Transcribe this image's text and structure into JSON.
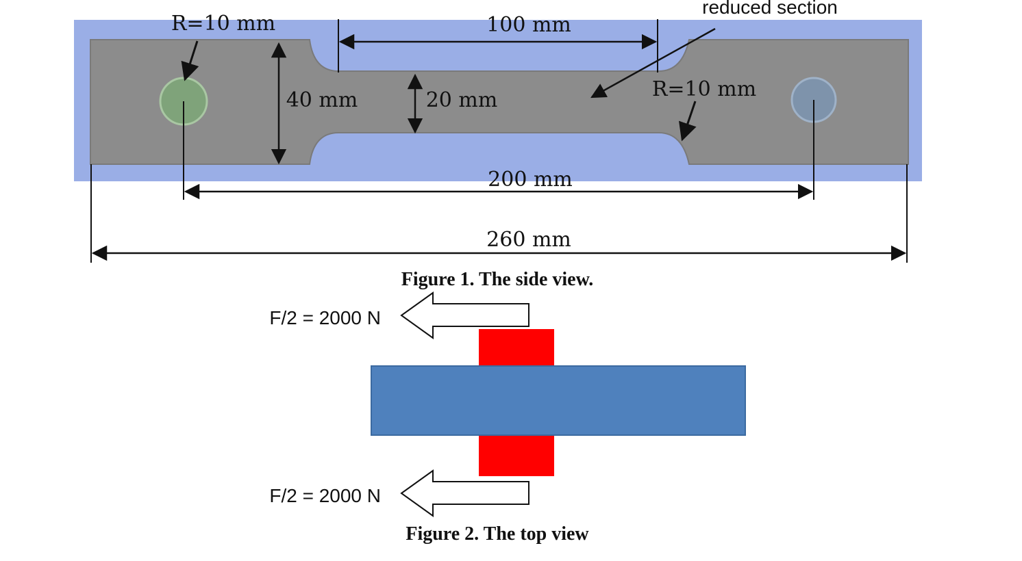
{
  "side_view": {
    "radius_left_label": "R=10 mm",
    "length_100_label": "100 mm",
    "reduced_section_label": "reduced section",
    "radius_right_label": "R=10 mm",
    "width_40_label": "40 mm",
    "width_20_label": "20 mm",
    "length_200_label": "200 mm",
    "length_260_label": "260 mm",
    "caption": "Figure 1. The side view."
  },
  "top_view": {
    "force_top_label": "F/2 = 2000 N",
    "force_bottom_label": "F/2 = 2000 N",
    "caption": "Figure 2. The top view"
  },
  "colors": {
    "background_panel": "#9aaee6",
    "specimen": "#8c8c8c",
    "left_hole": "#7fa37a",
    "right_hole": "#7e93ab",
    "plate": "#4f81bd",
    "grip": "#ff0000"
  }
}
